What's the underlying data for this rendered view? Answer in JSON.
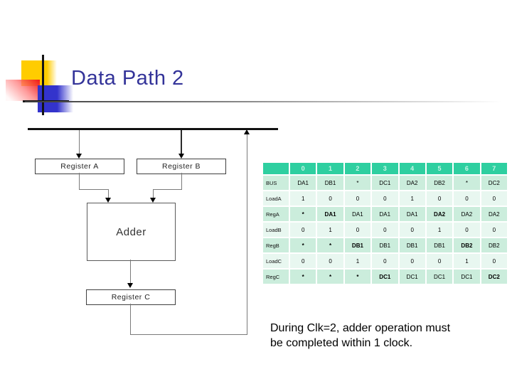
{
  "slide": {
    "title": "Data Path 2",
    "caption_lines": [
      "During Clk=2, adder operation must",
      "be completed within 1 clock."
    ]
  },
  "diagram": {
    "register_a_label": "Register A",
    "register_b_label": "Register B",
    "adder_label": "Adder",
    "register_c_label": "Register C"
  },
  "table": {
    "header": [
      "",
      "0",
      "1",
      "2",
      "3",
      "4",
      "5",
      "6",
      "7"
    ],
    "rows": [
      {
        "label": "BUS",
        "cells": [
          "DA1",
          "DB1",
          "*",
          "DC1",
          "DA2",
          "DB2",
          "*",
          "DC2"
        ],
        "bold": []
      },
      {
        "label": "LoadA",
        "cells": [
          "1",
          "0",
          "0",
          "0",
          "1",
          "0",
          "0",
          "0"
        ],
        "bold": []
      },
      {
        "label": "RegA",
        "cells": [
          "*",
          "DA1",
          "DA1",
          "DA1",
          "DA1",
          "DA2",
          "DA2",
          "DA2"
        ],
        "bold": [
          0,
          1,
          5
        ]
      },
      {
        "label": "LoadB",
        "cells": [
          "0",
          "1",
          "0",
          "0",
          "0",
          "1",
          "0",
          "0"
        ],
        "bold": []
      },
      {
        "label": "RegB",
        "cells": [
          "*",
          "*",
          "DB1",
          "DB1",
          "DB1",
          "DB1",
          "DB2",
          "DB2"
        ],
        "bold": [
          0,
          1,
          2,
          6
        ]
      },
      {
        "label": "LoadC",
        "cells": [
          "0",
          "0",
          "1",
          "0",
          "0",
          "0",
          "1",
          "0"
        ],
        "bold": []
      },
      {
        "label": "RegC",
        "cells": [
          "*",
          "*",
          "*",
          "DC1",
          "DC1",
          "DC1",
          "DC1",
          "DC2"
        ],
        "bold": [
          0,
          1,
          2,
          3,
          7
        ]
      }
    ]
  },
  "colors": {
    "title_text": "#333399",
    "decor_yellow": "#FFCC00",
    "decor_red": "#F01818",
    "decor_blue": "#3333CC",
    "table_header_bg": "#2ECFA0",
    "table_header_text": "#C9F5E6",
    "table_row_odd_bg": "#CBEDDC",
    "table_row_even_bg": "#E8F7F0"
  }
}
